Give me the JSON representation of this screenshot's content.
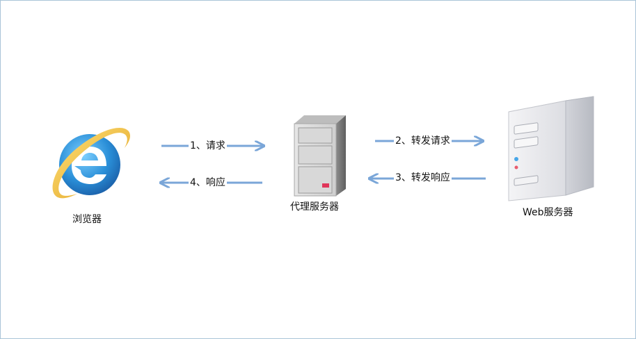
{
  "nodes": {
    "browser": {
      "label": "浏览器",
      "icon": "browser-e-icon"
    },
    "proxy": {
      "label": "代理服务器",
      "icon": "tower-server-icon"
    },
    "web": {
      "label": "Web服务器",
      "icon": "tower-server-icon"
    }
  },
  "edges": {
    "request": {
      "label": "1、请求"
    },
    "response": {
      "label": "4、响应"
    },
    "forward_request": {
      "label": "2、转发请求"
    },
    "forward_response": {
      "label": "3、转发响应"
    }
  },
  "colors": {
    "arrow": "#7aa6d8",
    "frame": "#a9c4d8",
    "ie_blue": "#2a8fd8",
    "ie_gold": "#f2c230"
  }
}
